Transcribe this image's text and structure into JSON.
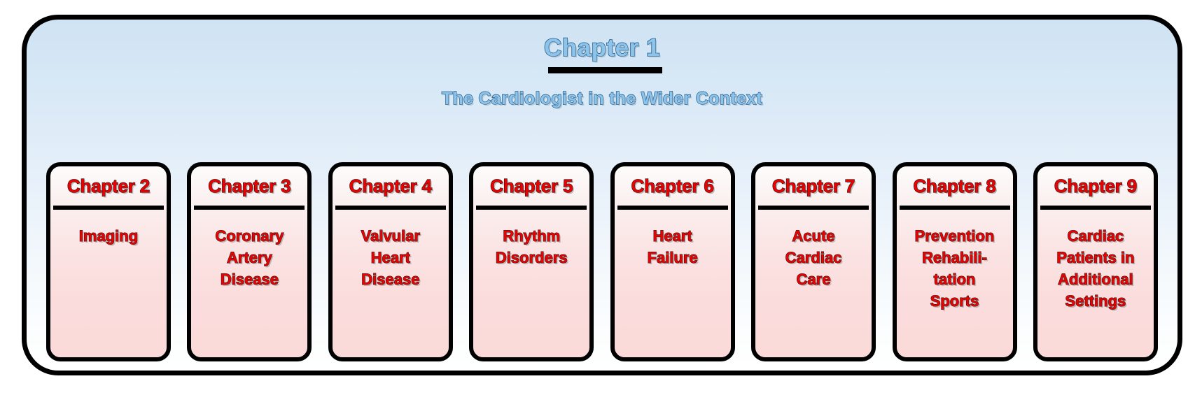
{
  "diagram": {
    "type": "hierarchy-overview",
    "colors": {
      "container_border": "#000000",
      "container_gradient_top": "#cfe3f4",
      "container_gradient_bottom": "#ffffff",
      "box_border": "#000000",
      "box_gradient_top": "#fdfcfc",
      "box_gradient_bottom": "#fbd9d9",
      "title_text": "#8ec4ea",
      "title_outline": "#1f5b8f",
      "box_text": "#ee0000",
      "box_text_outline": "#1a1a1a"
    },
    "root": {
      "title": "Chapter 1",
      "subtitle": "The Cardiologist in the Wider Context"
    },
    "chapters": [
      {
        "number": "Chapter 2",
        "topic": "Imaging"
      },
      {
        "number": "Chapter 3",
        "topic": "Coronary\nArtery\nDisease"
      },
      {
        "number": "Chapter 4",
        "topic": "Valvular\nHeart\nDisease"
      },
      {
        "number": "Chapter 5",
        "topic": "Rhythm\nDisorders"
      },
      {
        "number": "Chapter 6",
        "topic": "Heart\nFailure"
      },
      {
        "number": "Chapter 7",
        "topic": "Acute\nCardiac\nCare"
      },
      {
        "number": "Chapter 8",
        "topic": "Prevention\nRehabili-\ntation\nSports"
      },
      {
        "number": "Chapter 9",
        "topic": "Cardiac\nPatients in\nAdditional\nSettings"
      }
    ]
  }
}
